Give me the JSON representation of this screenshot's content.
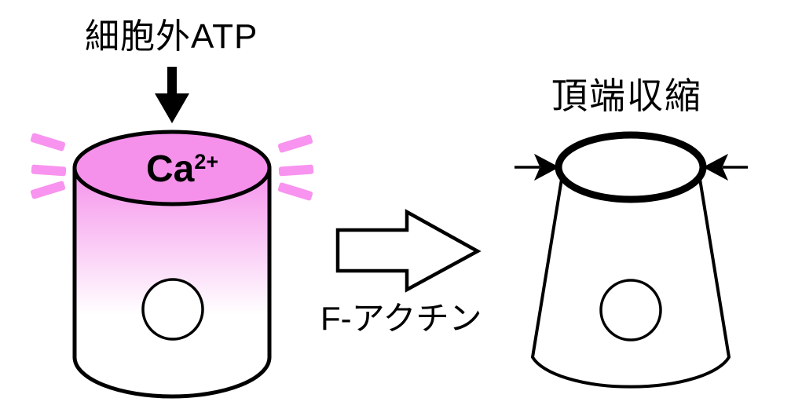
{
  "diagram": {
    "extracellular_atp_label": "細胞外ATP",
    "calcium_label": {
      "base": "Ca",
      "superscript": "2+"
    },
    "f_actin_label": "F-アクチン",
    "apical_constriction_label": "頂端収縮",
    "colors": {
      "calcium_pink": "#F591EB",
      "flash_pink": "#F893EF",
      "outline": "#000000",
      "cell_fill": "#FFFFFF",
      "background": "#FFFFFF"
    }
  }
}
